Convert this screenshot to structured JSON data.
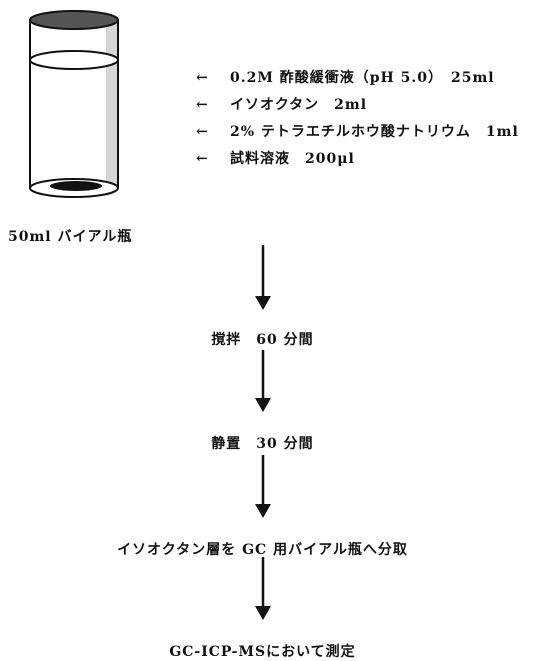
{
  "vial": {
    "label": "50ml バイアル瓶"
  },
  "reagents": [
    {
      "arrow": "←",
      "text": "0.2M 酢酸緩衝液（pH 5.0）　25ml"
    },
    {
      "arrow": "←",
      "text": "イソオクタン　2ml"
    },
    {
      "arrow": "←",
      "text": "2% テトラエチルホウ酸ナトリウム　1ml"
    },
    {
      "arrow": "←",
      "text": "試料溶液　200μl"
    }
  ],
  "steps": [
    {
      "label": "撹拌　60 分間"
    },
    {
      "label": "静置　30 分間"
    },
    {
      "label": "イソオクタン層を GC 用バイアル瓶へ分取"
    },
    {
      "label": "GC-ICP-MSにおいて測定"
    }
  ],
  "colors": {
    "ink": "#111111",
    "vial_shadow": "#d6d6d6",
    "vial_rim": "#555555"
  }
}
